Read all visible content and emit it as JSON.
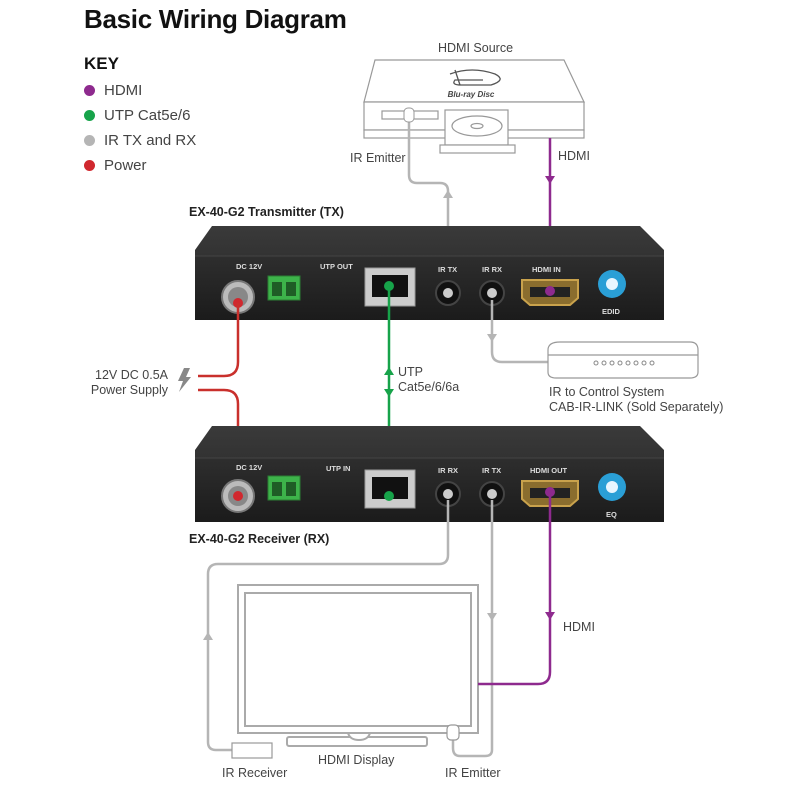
{
  "title": "Basic Wiring Diagram",
  "key": {
    "title": "KEY",
    "items": [
      {
        "label": "HDMI",
        "color": "#8e2a8e"
      },
      {
        "label": "UTP Cat5e/6",
        "color": "#17a34a"
      },
      {
        "label": "IR TX and RX",
        "color": "#b5b5b5"
      },
      {
        "label": "Power",
        "color": "#d0282e"
      }
    ]
  },
  "colors": {
    "hdmi": "#8e2a8e",
    "utp": "#17a34a",
    "ir": "#b5b5b5",
    "power": "#c9302c",
    "device_body": "#2b2b2b",
    "dial": "#2a9fd6"
  },
  "source": {
    "label": "HDMI Source",
    "logo_text": "Blu-ray Disc",
    "ir_emitter_label": "IR Emitter",
    "hdmi_label": "HDMI"
  },
  "transmitter": {
    "title": "EX-40-G2 Transmitter (TX)",
    "ports": {
      "dc": "DC 12V",
      "utp": "UTP OUT",
      "ir1": "IR TX",
      "ir2": "IR RX",
      "hdmi": "HDMI IN",
      "dial": "EDID"
    }
  },
  "receiver": {
    "title": "EX-40-G2 Receiver (RX)",
    "ports": {
      "dc": "DC 12V",
      "utp": "UTP IN",
      "ir1": "IR RX",
      "ir2": "IR TX",
      "hdmi": "HDMI OUT",
      "dial": "EQ"
    }
  },
  "power_supply": {
    "line1": "12V DC 0.5A",
    "line2": "Power Supply"
  },
  "utp_cable": {
    "line1": "UTP",
    "line2": "Cat5e/6/6a"
  },
  "control_system": {
    "line1": "IR to Control System",
    "line2": "CAB-IR-LINK (Sold Separately)"
  },
  "display": {
    "label": "HDMI Display",
    "hdmi_label": "HDMI",
    "ir_receiver_label": "IR Receiver",
    "ir_emitter_label": "IR Emitter"
  }
}
